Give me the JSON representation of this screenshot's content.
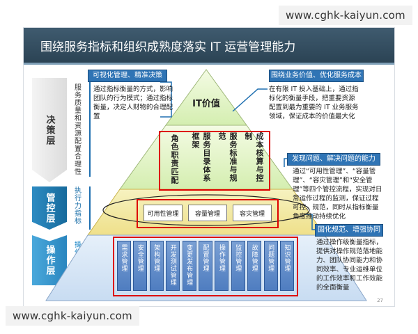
{
  "watermarks": {
    "top": "www.cghk-kaiyun.com",
    "bottom": "www.cghk-kaiyun.com"
  },
  "slide": {
    "title": "围绕服务指标和组织成熟度落实 IT 运营管理能力",
    "page_number": "27"
  },
  "layers": [
    {
      "name": "决策层",
      "desc": "服务质量和资源配置合理性"
    },
    {
      "name": "管控层",
      "desc": "执行力指标"
    },
    {
      "name": "操作层",
      "desc": "操作层OLA"
    }
  ],
  "pyramid": {
    "apex": "IT价值",
    "decision_items": [
      "角色职责匹配",
      "服务目录体系框架",
      "服务标准与规范",
      "成本核算与控制"
    ],
    "control_items": [
      "可用性管理",
      "容量管理",
      "容灾管理"
    ],
    "operation_items": [
      "需求管理",
      "安全管理",
      "架构管理",
      "开发测试管理",
      "变更发布管理",
      "配置管理",
      "操作管理",
      "监控管理",
      "故障管理",
      "问题管理",
      "知识管理"
    ]
  },
  "callouts": {
    "left_top": {
      "title": "可视化管理、精准决策",
      "body": "通过指标衡量的方式，影响团队的行为模式；通过指标衡量，决定人财物的合理配置"
    },
    "right_top": {
      "title": "围绕业务价值、优化服务成本",
      "body": "在有限 IT 投入基础上，通过指标化的衡量手段，把重要资源配置到最为重要的 IT 业务服务领域，保证成本的价值最大化"
    },
    "right_mid": {
      "title": "发现问题、解决问题的能力",
      "body": "通过“可用性管理”、“容量管理”、“容灾管理”和“安全管理”等四个管控流程，实现对日常运作过程的监测，保证过程可控、规范，同时从指标衡量角度推动持续优化"
    },
    "right_bottom": {
      "title": "固化规范、增强协同能力",
      "body": "通过操作级衡量指标，提供对操作规范落地能力、团队协同能力和协同效率、专业运维单位的工作效率和工作效能的全面衡量"
    }
  },
  "colors": {
    "title_bar": "#2f4a5c",
    "accent_blue": "#2f74b5",
    "highlight_red": "#d00000"
  }
}
